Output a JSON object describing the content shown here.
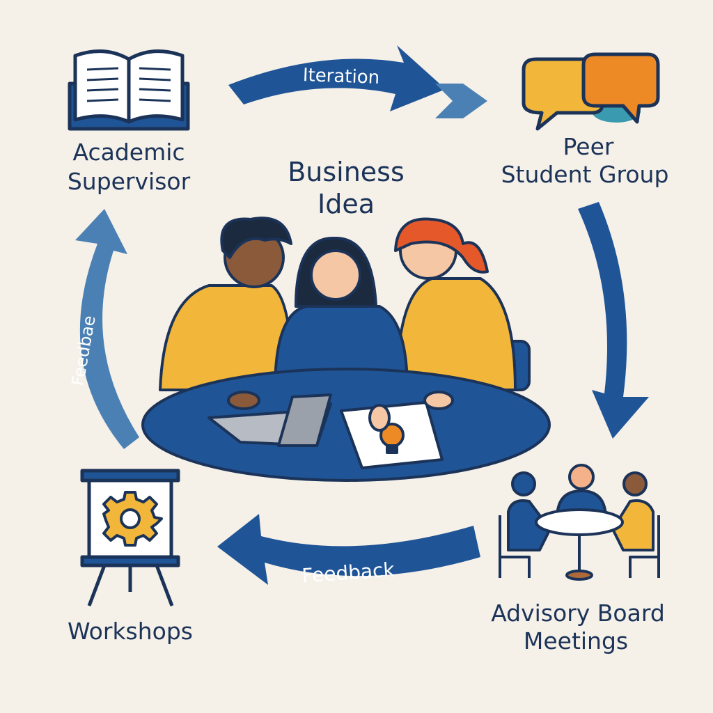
{
  "title": "Business Idea",
  "title_lines": [
    "Business",
    "Idea"
  ],
  "nodes": {
    "academic_supervisor": {
      "lines": [
        "Academic",
        "Supervisor"
      ],
      "icon": "open-book-icon"
    },
    "peer_student_group": {
      "lines": [
        "Peer",
        "Student Group"
      ],
      "icon": "speech-bubbles-icon"
    },
    "advisory_board": {
      "lines": [
        "Advisory Board",
        "Meetings"
      ],
      "icon": "meeting-table-icon"
    },
    "workshops": {
      "lines": [
        "Workshops"
      ],
      "icon": "easel-gear-icon"
    }
  },
  "arrows": {
    "top": "Iteration",
    "bottom": "Feedback",
    "left": "Feedbae"
  },
  "colors": {
    "background": "#f5f0e8",
    "navy": "#1b3358",
    "blue": "#1f5497",
    "light_blue": "#4a80b3",
    "yellow": "#f2b73a",
    "orange": "#ee8a26"
  }
}
